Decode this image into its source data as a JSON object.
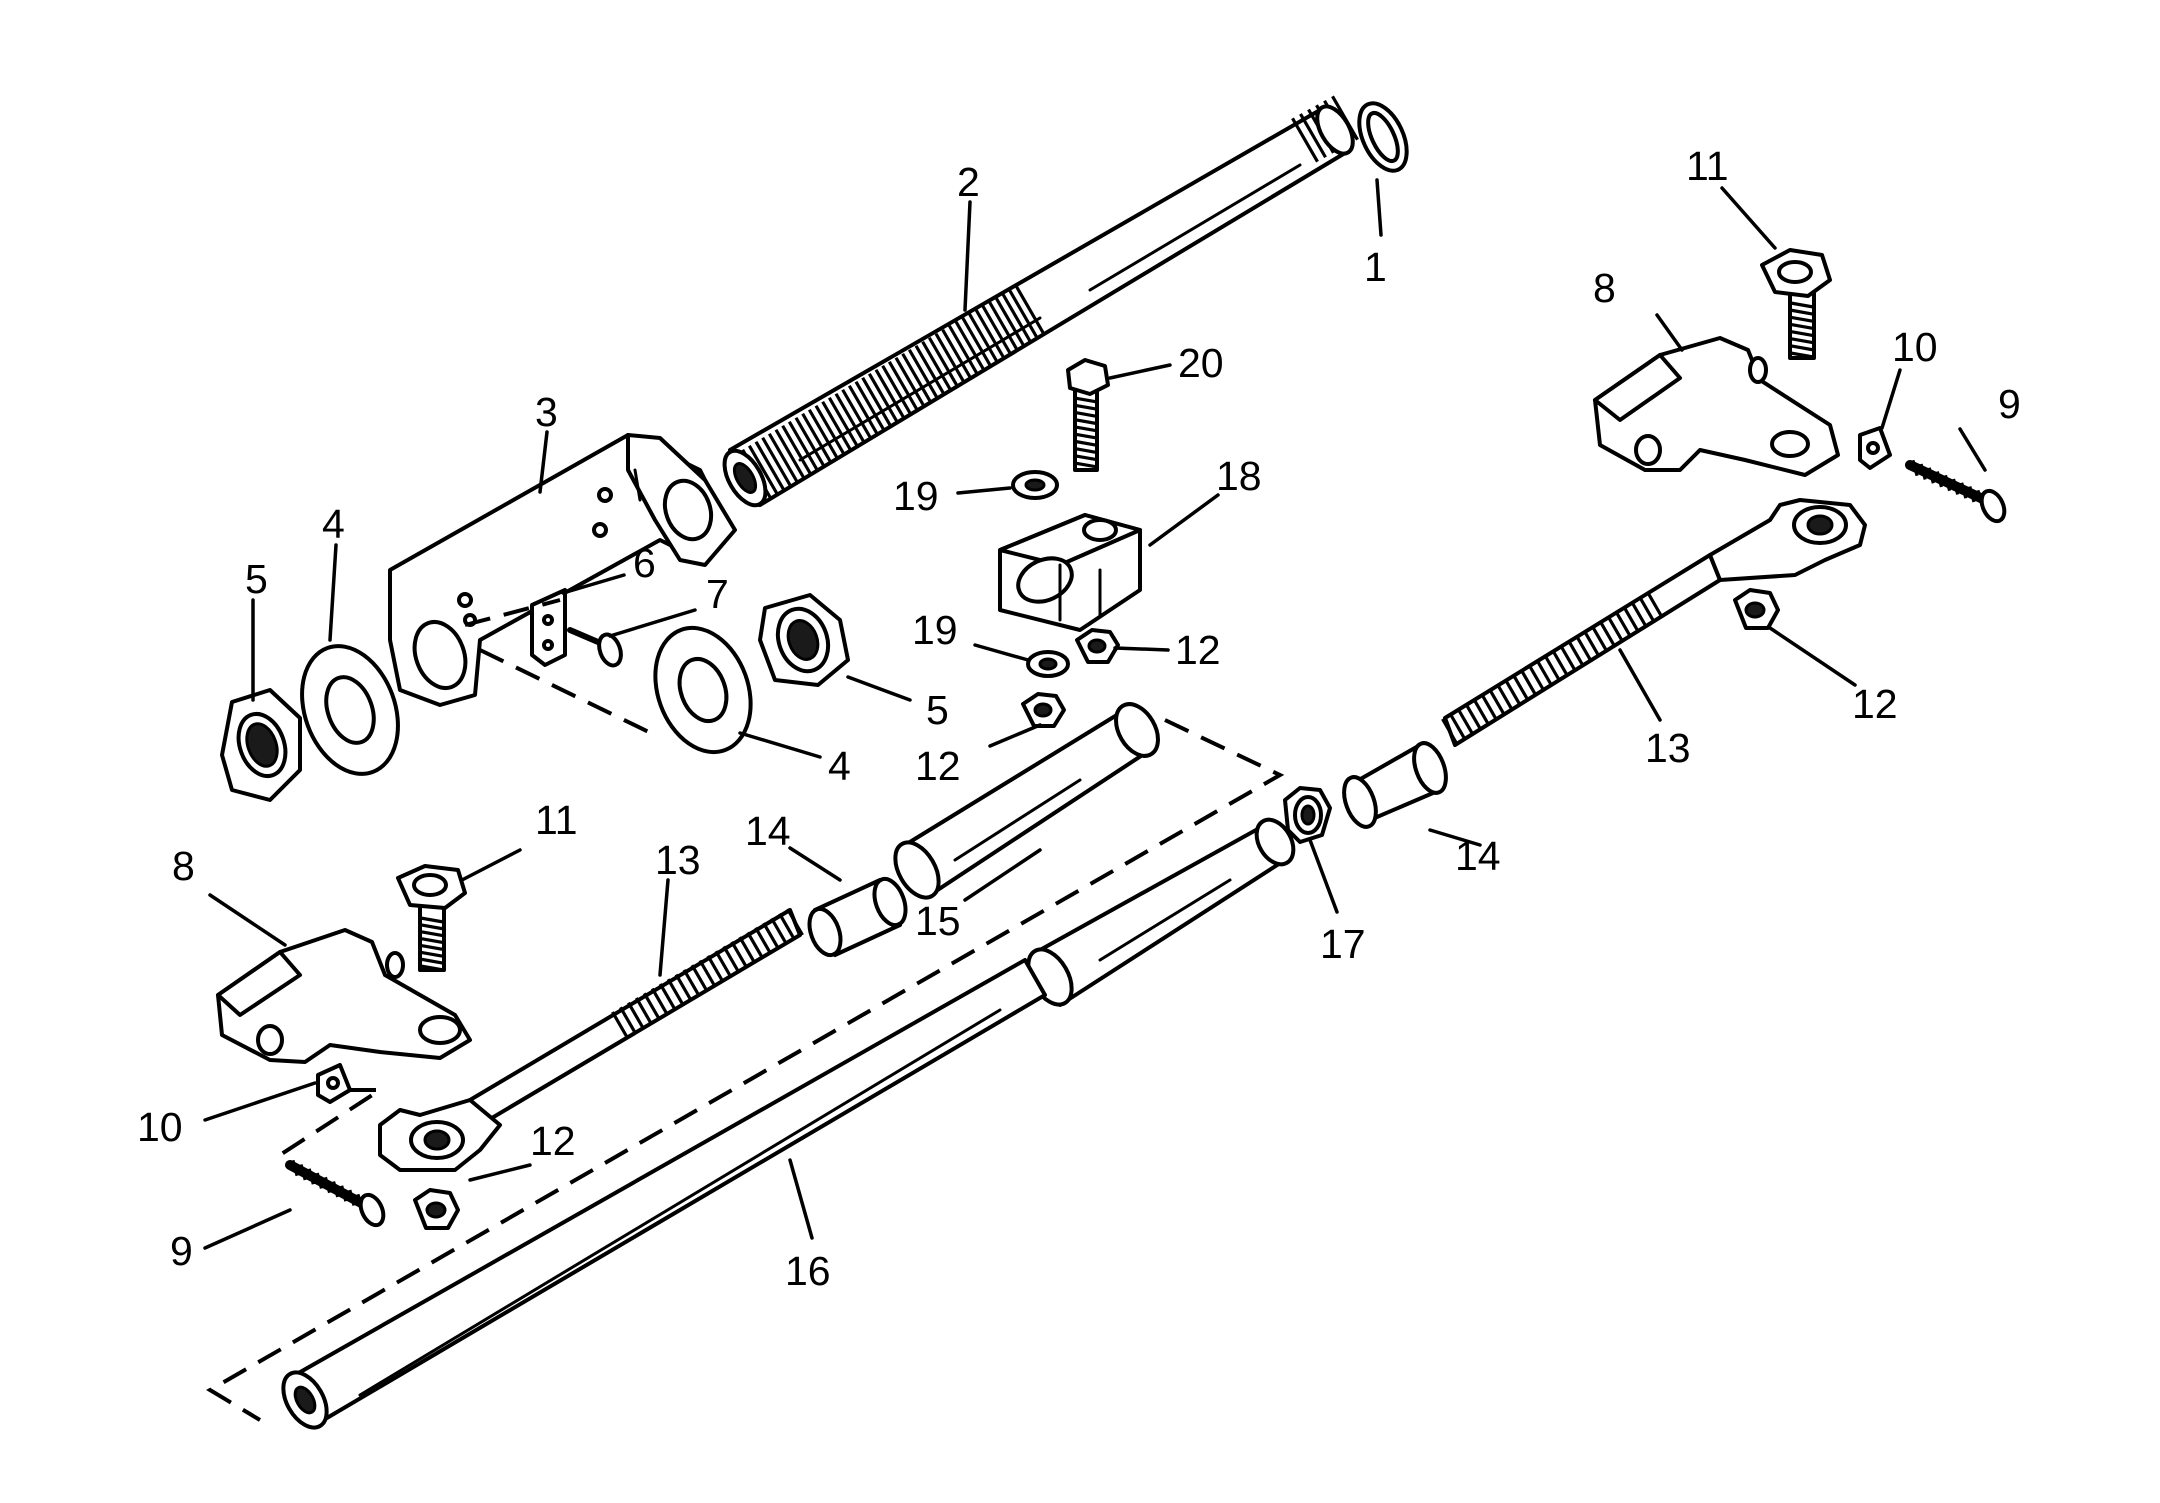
{
  "callouts": [
    {
      "id": "c1",
      "text": "1"
    },
    {
      "id": "c2",
      "text": "2"
    },
    {
      "id": "c3",
      "text": "3"
    },
    {
      "id": "c4a",
      "text": "4"
    },
    {
      "id": "c4b",
      "text": "4"
    },
    {
      "id": "c5a",
      "text": "5"
    },
    {
      "id": "c5b",
      "text": "5"
    },
    {
      "id": "c6",
      "text": "6"
    },
    {
      "id": "c7",
      "text": "7"
    },
    {
      "id": "c8a",
      "text": "8"
    },
    {
      "id": "c8b",
      "text": "8"
    },
    {
      "id": "c9a",
      "text": "9"
    },
    {
      "id": "c9b",
      "text": "9"
    },
    {
      "id": "c10a",
      "text": "10"
    },
    {
      "id": "c10b",
      "text": "10"
    },
    {
      "id": "c11a",
      "text": "11"
    },
    {
      "id": "c11b",
      "text": "11"
    },
    {
      "id": "c12a",
      "text": "12"
    },
    {
      "id": "c12b",
      "text": "12"
    },
    {
      "id": "c12c",
      "text": "12"
    },
    {
      "id": "c12d",
      "text": "12"
    },
    {
      "id": "c13a",
      "text": "13"
    },
    {
      "id": "c13b",
      "text": "13"
    },
    {
      "id": "c14a",
      "text": "14"
    },
    {
      "id": "c14b",
      "text": "14"
    },
    {
      "id": "c15",
      "text": "15"
    },
    {
      "id": "c16",
      "text": "16"
    },
    {
      "id": "c17",
      "text": "17"
    },
    {
      "id": "c18",
      "text": "18"
    },
    {
      "id": "c19a",
      "text": "19"
    },
    {
      "id": "c19b",
      "text": "19"
    },
    {
      "id": "c20",
      "text": "20"
    }
  ],
  "colors": {
    "ink": "#000000",
    "paper": "#ffffff"
  }
}
